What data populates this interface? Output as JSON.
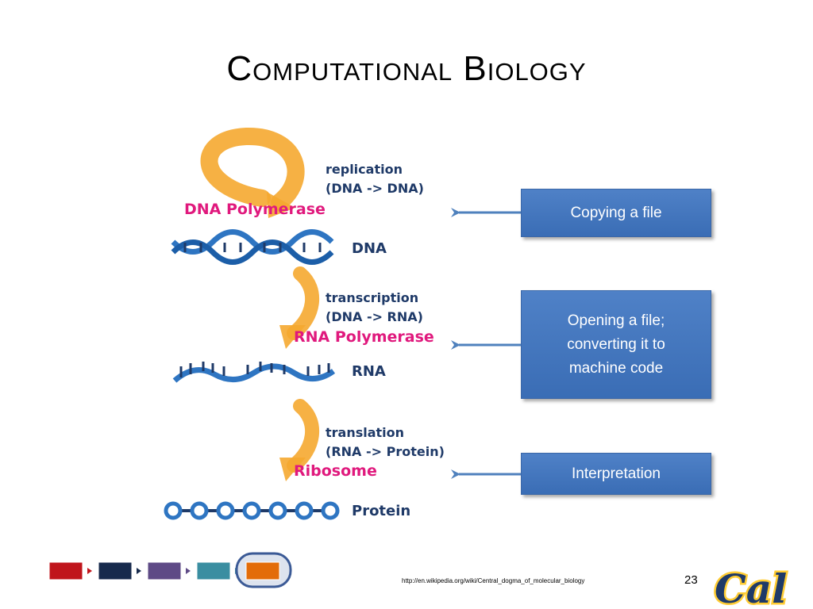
{
  "slide": {
    "title": "Computational Biology",
    "citation": "http://en.wikipedia.org/wiki/Central_dogma_of_molecular_biology",
    "page_number": "23"
  },
  "diagram": {
    "replication": "replication",
    "replication_sub": "(DNA -> DNA)",
    "dna_polymerase": "DNA Polymerase",
    "dna": "DNA",
    "transcription": "transcription",
    "transcription_sub": "(DNA -> RNA)",
    "rna_polymerase": "RNA Polymerase",
    "rna": "RNA",
    "translation": "translation",
    "translation_sub": "(RNA -> Protein)",
    "ribosome": "Ribosome",
    "protein": "Protein"
  },
  "analogy_boxes": [
    {
      "text": "Copying a file"
    },
    {
      "text": "Opening a file;\nconverting it to\nmachine code"
    },
    {
      "text": "Interpretation"
    }
  ],
  "nav": {
    "colors": [
      "#c0151c",
      "#172a4c",
      "#5e4a86",
      "#3a8ea1",
      "#e36c09"
    ],
    "active_index": 4
  },
  "logo": {
    "text": "Cal"
  },
  "colors": {
    "magenta": "#e0197d",
    "navy": "#1f3a68",
    "orange_arrow": "#f5a830",
    "helix_blue": "#2e75c2",
    "box_blue": "#4472c4"
  }
}
